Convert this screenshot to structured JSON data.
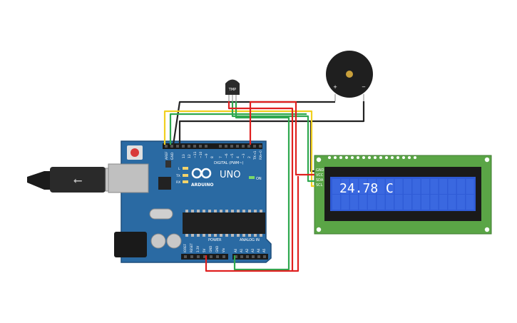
{
  "board": {
    "logo_text": "ARDUINO",
    "model_text": "UNO",
    "on_label": "ON",
    "digital_label": "DIGITAL (PWM~)",
    "power_label": "POWER",
    "analog_label": "ANALOG IN",
    "led_labels": [
      "L",
      "TX",
      "RX"
    ],
    "digital_pins": [
      "AREF",
      "GND",
      "13",
      "12",
      "~11",
      "~10",
      "~9",
      "8",
      "7",
      "~6",
      "~5",
      "4",
      "~3",
      "2",
      "TX→1",
      "RX←0"
    ],
    "power_pins": [
      "IOREF",
      "RESET",
      "3.3V",
      "5V",
      "GND",
      "GND",
      "Vin"
    ],
    "analog_pins": [
      "A0",
      "A1",
      "A2",
      "A3",
      "A4",
      "A5"
    ]
  },
  "sensor": {
    "label": "TMP"
  },
  "buzzer": {
    "plus": "+",
    "minus": "−"
  },
  "lcd": {
    "pin_labels": [
      "GND",
      "VCC",
      "SDA",
      "SCL"
    ],
    "text": "24.78 C",
    "bg_color": "#2f5bd6"
  },
  "colors": {
    "board": "#2a6aa3",
    "wire_red": "#e02020",
    "wire_black": "#222222",
    "wire_green": "#2fa84f",
    "wire_yellow": "#f0d020"
  }
}
